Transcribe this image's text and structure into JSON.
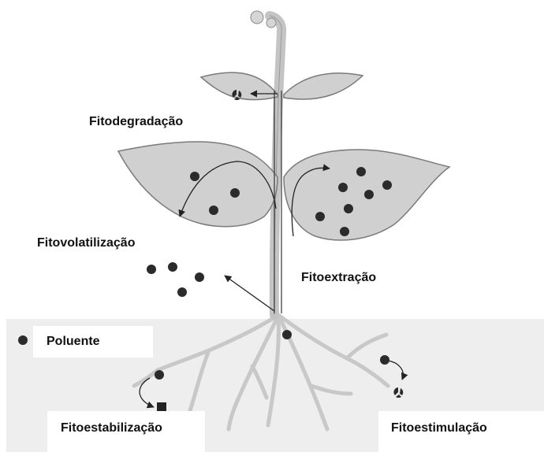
{
  "labels": {
    "fitodegradacao": "Fitodegradação",
    "fitovolatilizacao": "Fitovolatilização",
    "fitoextracao": "Fitoextração",
    "poluente": "Poluente",
    "fitoestabilizacao": "Fitoestabilização",
    "fitoestimulacao": "Fitoestimulação"
  },
  "colors": {
    "soil": "#eeeeee",
    "leaf_fill": "#d0d0d0",
    "stem": "#c4c4c4",
    "outline": "#7a7a7a",
    "pollutant": "#2b2b2b",
    "arrow": "#222222"
  },
  "icons": {
    "pollutant": "filled-circle-icon",
    "stabilized_pollutant": "filled-square-icon",
    "degraded_pollutant": "broken-circle-icon"
  }
}
